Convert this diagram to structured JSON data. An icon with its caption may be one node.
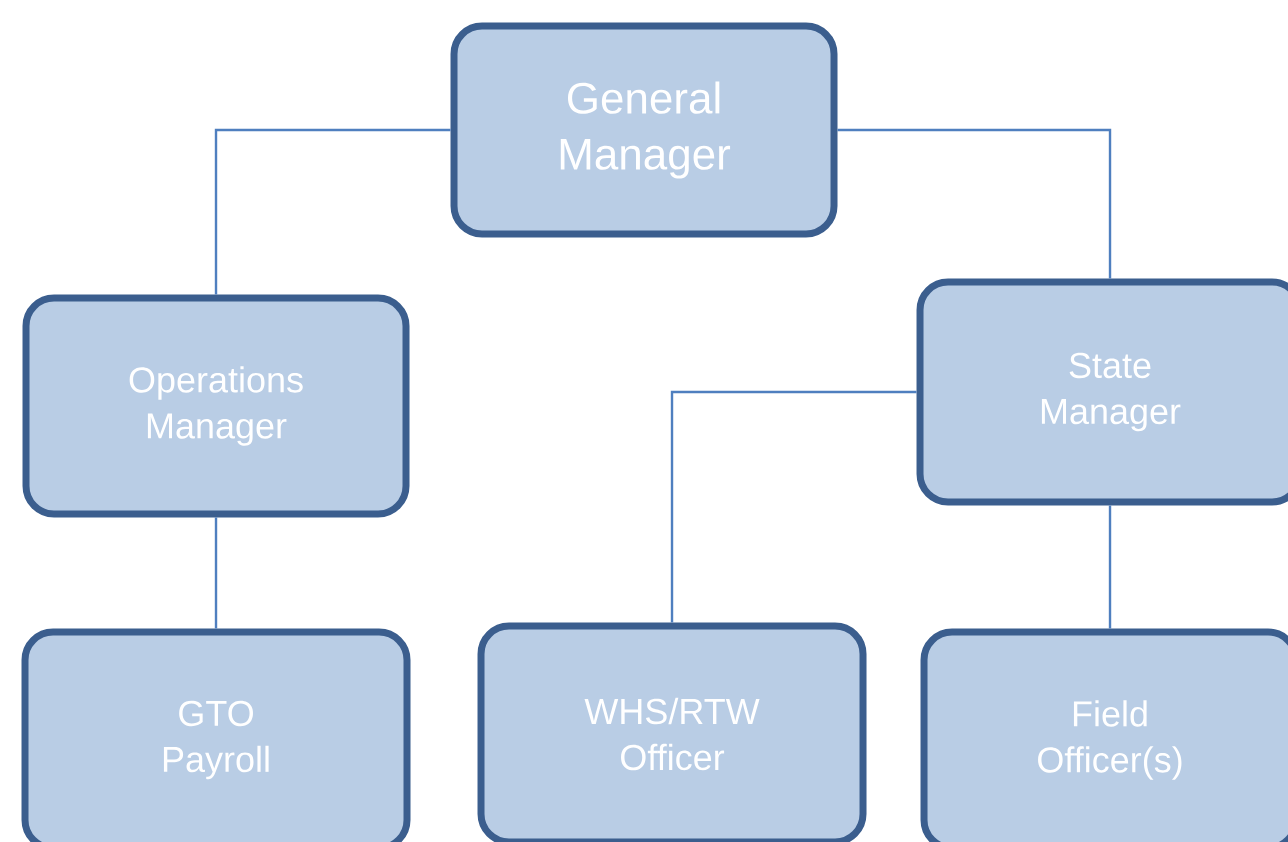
{
  "diagram": {
    "nodes": [
      {
        "text": [
          "General Manager"
        ]
      },
      {
        "text": [
          "Operations Manager"
        ]
      },
      {
        "text": [
          "State Manager"
        ]
      },
      {
        "text": [
          "GTO Payroll"
        ]
      },
      {
        "text": [
          "WHS/RTW Officer"
        ]
      },
      {
        "text": [
          "Field Officer(s)"
        ]
      }
    ],
    "edges": [
      {
        "from": 0,
        "to": 1,
        "arrow": "none"
      },
      {
        "from": 0,
        "to": 2,
        "arrow": "none"
      },
      {
        "from": 1,
        "to": 3,
        "arrow": "none"
      },
      {
        "from": 2,
        "to": 4,
        "arrow": "none"
      },
      {
        "from": 2,
        "to": 5,
        "arrow": "none"
      }
    ]
  }
}
